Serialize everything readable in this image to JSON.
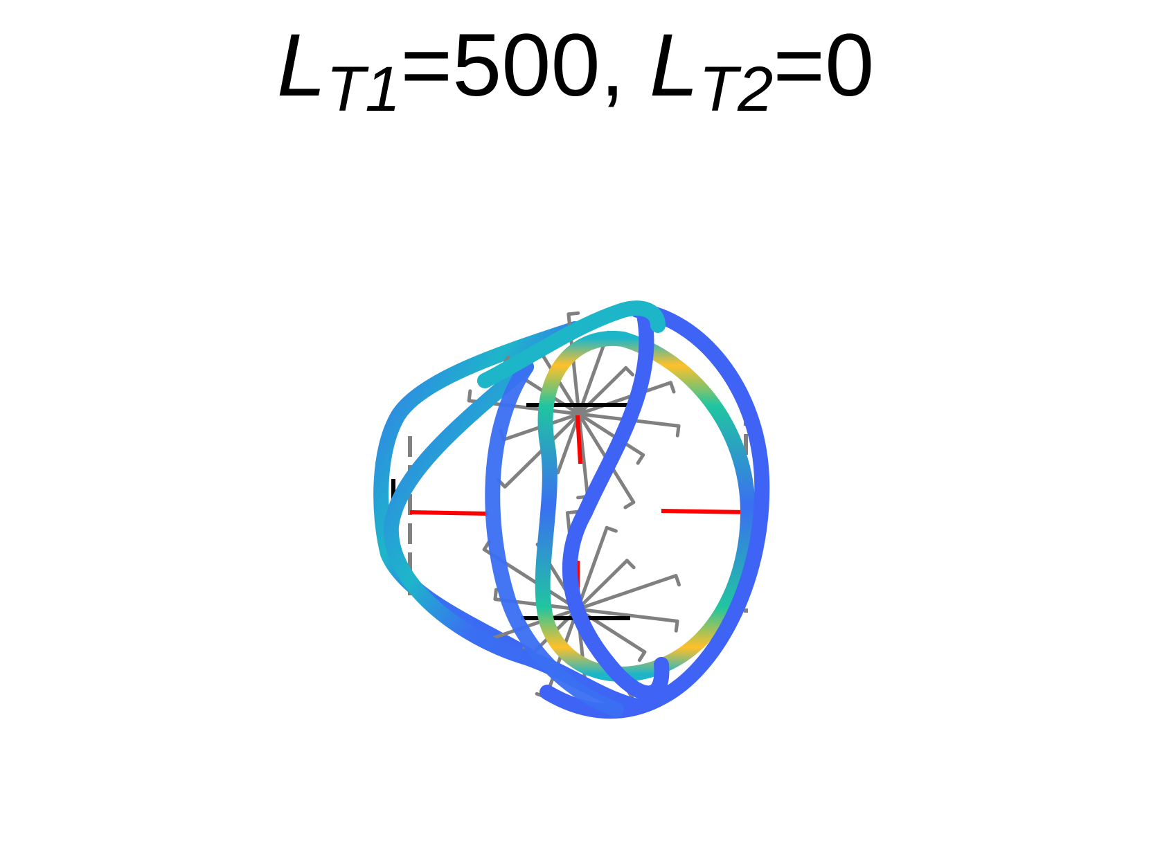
{
  "title": {
    "lt1_symbol": "L",
    "lt1_subscript": "T1",
    "lt1_value": "=500,",
    "lt2_symbol": "L",
    "lt2_subscript": "T2",
    "lt2_value": "=0"
  },
  "colors": {
    "background": "#ffffff",
    "spokes": "#808080",
    "crossbars": "#000000",
    "axes_markers": "#ff0000",
    "tube_low": "#3a6ff2",
    "tube_mid": "#1db6c9",
    "tube_high": "#ffc02a"
  }
}
